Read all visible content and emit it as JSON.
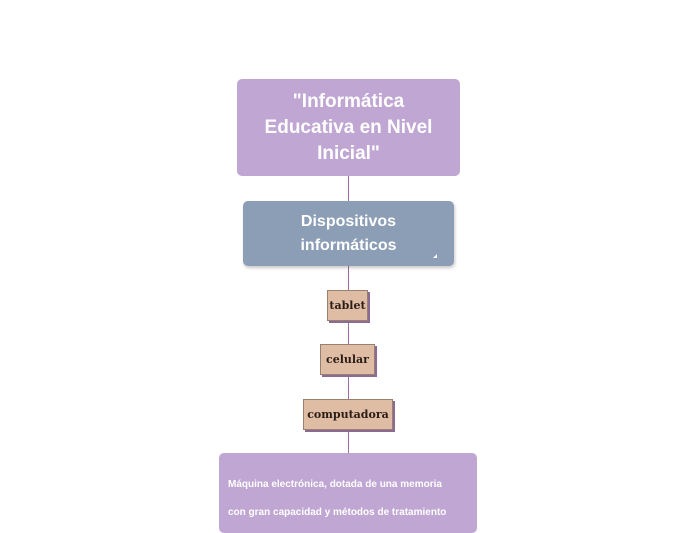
{
  "root": {
    "title": "\"Informática Educativa en Nivel Inicial\""
  },
  "level2": {
    "title": "Dispositivos informáticos"
  },
  "devices": [
    "tablet",
    "celular",
    "computadora"
  ],
  "description": {
    "lines": [
      "Máquina electrónica, dotada de una memoria",
      "con gran capacidad y  métodos de tratamiento"
    ]
  },
  "colors": {
    "root": "#c0a6d3",
    "level2": "#8c9eb5",
    "leaf": "#dfbda4",
    "connector": "#9d6fa6"
  }
}
